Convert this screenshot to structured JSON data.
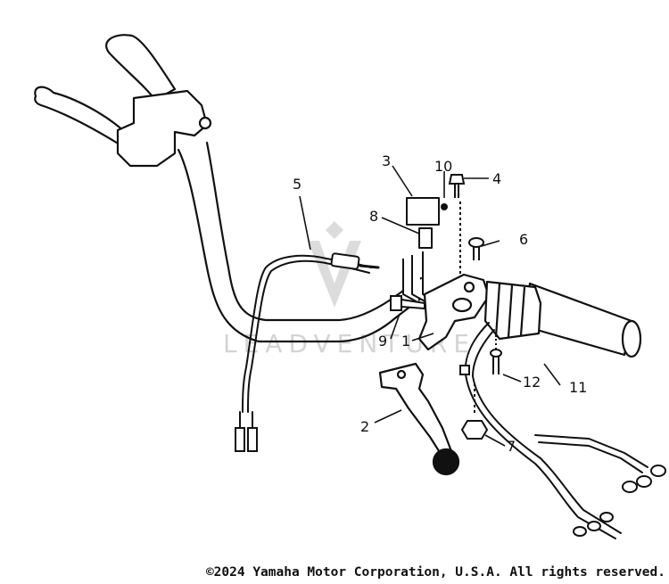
{
  "diagram": {
    "watermark": "LEADVENTURE",
    "copyright": "©2024 Yamaha Motor Corporation, U.S.A. All rights reserved.",
    "callouts": [
      {
        "number": "1",
        "part": "lever-holder"
      },
      {
        "number": "2",
        "part": "clutch-lever"
      },
      {
        "number": "3",
        "part": "clutch-switch"
      },
      {
        "number": "4",
        "part": "screw"
      },
      {
        "number": "5",
        "part": "cable"
      },
      {
        "number": "6",
        "part": "screw"
      },
      {
        "number": "7",
        "part": "nut"
      },
      {
        "number": "8",
        "part": "screw"
      },
      {
        "number": "9",
        "part": "bolt"
      },
      {
        "number": "10",
        "part": "screw"
      },
      {
        "number": "11",
        "part": "handlebar-switch"
      },
      {
        "number": "12",
        "part": "bolt"
      }
    ],
    "colors": {
      "ink": "#111111",
      "paper": "#ffffff",
      "watermark": "#d4d4d4"
    }
  }
}
